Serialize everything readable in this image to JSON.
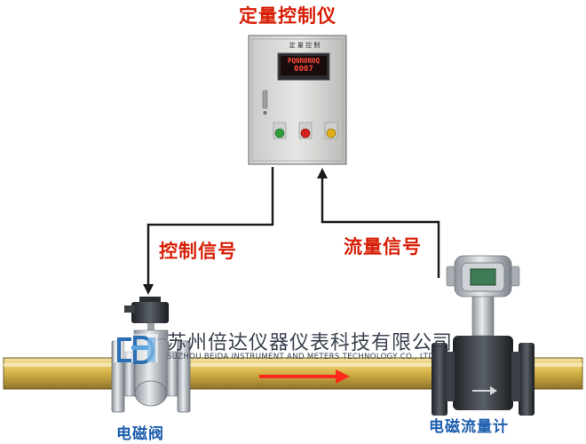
{
  "labels": {
    "controller_title": "定量控制仪",
    "control_signal": "控制信号",
    "flow_signal": "流量信号",
    "solenoid_valve": "电磁阀",
    "flowmeter": "电磁流量计"
  },
  "controller": {
    "panel_title": "定 量 控 制",
    "display_top": "PQNN0N0Q",
    "display_bottom": "0007",
    "indicator_colors": [
      "#2e9e3a",
      "#d62020",
      "#e0b016"
    ]
  },
  "watermark": {
    "company_cn": "苏州倍达仪器仪表科技有限公司",
    "company_en": "SUZHOU BEIDA INSTRUMENT AND METERS TECHNOLOGY CO., LTD."
  },
  "colors": {
    "label_red": "#d81e06",
    "label_blue": "#1f5fae",
    "pipe": "#d8b64a",
    "flow_arrow": "#ff2a1a"
  }
}
